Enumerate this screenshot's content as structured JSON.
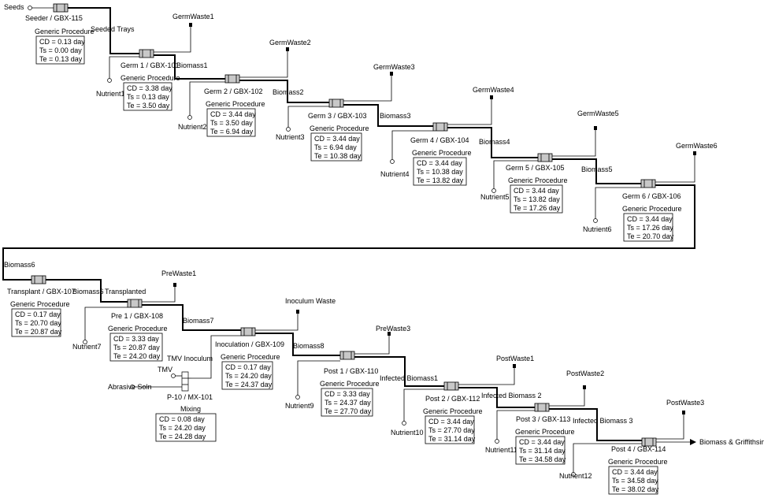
{
  "units": [
    {
      "id": "seeder",
      "label": "Seeder / GBX-115",
      "procedure": "Generic Procedure",
      "cd": "CD = 0.13 day",
      "ts": "Ts = 0.00 day",
      "te": "Te = 0.13 day"
    },
    {
      "id": "germ1",
      "label": "Germ 1 / GBX-101",
      "procedure": "Generic Procedure",
      "cd": "CD = 3.38 day",
      "ts": "Ts = 0.13 day",
      "te": "Te = 3.50 day"
    },
    {
      "id": "germ2",
      "label": "Germ 2 / GBX-102",
      "procedure": "Generic Procedure",
      "cd": "CD = 3.44 day",
      "ts": "Ts = 3.50 day",
      "te": "Te = 6.94 day"
    },
    {
      "id": "germ3",
      "label": "Germ 3 / GBX-103",
      "procedure": "Generic Procedure",
      "cd": "CD = 3.44 day",
      "ts": "Ts = 6.94 day",
      "te": "Te = 10.38 day"
    },
    {
      "id": "germ4",
      "label": "Germ 4 / GBX-104",
      "procedure": "Generic Procedure",
      "cd": "CD = 3.44 day",
      "ts": "Ts = 10.38 day",
      "te": "Te = 13.82 day"
    },
    {
      "id": "germ5",
      "label": "Germ 5 / GBX-105",
      "procedure": "Generic Procedure",
      "cd": "CD = 3.44 day",
      "ts": "Ts = 13.82 day",
      "te": "Te = 17.26 day"
    },
    {
      "id": "germ6",
      "label": "Germ 6 / GBX-106",
      "procedure": "Generic Procedure",
      "cd": "CD = 3.44 day",
      "ts": "Ts = 17.26 day",
      "te": "Te = 20.70 day"
    },
    {
      "id": "transplant",
      "label": "Transplant / GBX-107",
      "procedure": "Generic Procedure",
      "cd": "CD = 0.17 day",
      "ts": "Ts = 20.70 day",
      "te": "Te = 20.87 day"
    },
    {
      "id": "pre1",
      "label": "Pre 1 / GBX-108",
      "procedure": "Generic Procedure",
      "cd": "CD = 3.33 day",
      "ts": "Ts = 20.87 day",
      "te": "Te = 24.20 day"
    },
    {
      "id": "inoculation",
      "label": "Inoculation / GBX-109",
      "procedure": "Generic Procedure",
      "cd": "CD = 0.17 day",
      "ts": "Ts = 24.20 day",
      "te": "Te = 24.37 day"
    },
    {
      "id": "mixing",
      "label": "P-10 / MX-101",
      "procedure": "Mixing",
      "cd": "CD = 0.08 day",
      "ts": "Ts = 24.20 day",
      "te": "Te = 24.28 day"
    },
    {
      "id": "post1",
      "label": "Post 1 / GBX-110",
      "procedure": "Generic Procedure",
      "cd": "CD = 3.33 day",
      "ts": "Ts = 24.37 day",
      "te": "Te = 27.70 day"
    },
    {
      "id": "post2",
      "label": "Post 2 / GBX-112",
      "procedure": "Generic Procedure",
      "cd": "CD = 3.44 day",
      "ts": "Ts = 27.70 day",
      "te": "Te = 31.14 day"
    },
    {
      "id": "post3",
      "label": "Post 3 / GBX-113",
      "procedure": "Generic Procedure",
      "cd": "CD = 3.44 day",
      "ts": "Ts = 31.14 day",
      "te": "Te = 34.58 day"
    },
    {
      "id": "post4",
      "label": "Post 4 / GBX-114",
      "procedure": "Generic Procedure",
      "cd": "CD = 3.44 day",
      "ts": "Ts = 34.58 day",
      "te": "Te = 38.02 day"
    }
  ],
  "streams": {
    "seeds": "Seeds",
    "seeded_trays": "Seeded Trays",
    "germwaste1": "GermWaste1",
    "germwaste2": "GermWaste2",
    "germwaste3": "GermWaste3",
    "germwaste4": "GermWaste4",
    "germwaste5": "GermWaste5",
    "germwaste6": "GermWaste6",
    "biomass1": "Biomass1",
    "biomass2": "Biomass2",
    "biomass3": "Biomass3",
    "biomass4": "Biomass4",
    "biomass5": "Biomass5",
    "biomass6_top": "Biomass6",
    "biomass6": "Biomass6",
    "nutrient1": "Nutrient1",
    "nutrient2": "Nutrient2",
    "nutrient3": "Nutrient3",
    "nutrient4": "Nutrient4",
    "nutrient5": "Nutrient5",
    "nutrient6": "Nutrient6",
    "transplanted": "Transplanted",
    "prewaste1": "PreWaste1",
    "nutrient7": "Nutrient7",
    "biomass7": "Biomass7",
    "inoculum_waste": "Inoculum Waste",
    "tmv_inoculum": "TMV Inoculum",
    "tmv": "TMV",
    "abrasive": "Abrasive Soln",
    "biomass8": "Biomass8",
    "prewaste3": "PreWaste3",
    "nutrient9": "Nutrient9",
    "infected1": "Infected Biomass1",
    "postwaste1": "PostWaste1",
    "nutrient10": "Nutrient10",
    "infected2": "Infected Biomass 2",
    "postwaste2": "PostWaste2",
    "nutrient11": "Nutrient11",
    "infected3": "Infected Biomass 3",
    "postwaste3": "PostWaste3",
    "nutrient12": "Nutrient12",
    "final_product": "Biomass & Griffithsin"
  }
}
